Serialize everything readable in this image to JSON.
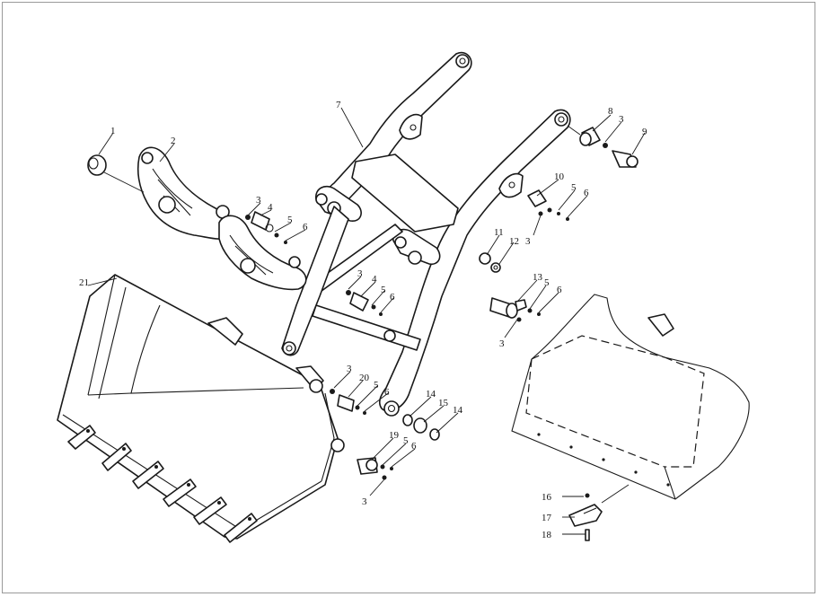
{
  "colors": {
    "line": "#1a1a1a",
    "frame": "#9a9a9a",
    "background": "#ffffff"
  },
  "callouts": [
    {
      "id": "c1",
      "text": "1"
    },
    {
      "id": "c2",
      "text": "2"
    },
    {
      "id": "c3a",
      "text": "3"
    },
    {
      "id": "c4a",
      "text": "4"
    },
    {
      "id": "c5a",
      "text": "5"
    },
    {
      "id": "c6a",
      "text": "6"
    },
    {
      "id": "c7",
      "text": "7"
    },
    {
      "id": "c8",
      "text": "8"
    },
    {
      "id": "c3b",
      "text": "3"
    },
    {
      "id": "c9",
      "text": "9"
    },
    {
      "id": "c10",
      "text": "10"
    },
    {
      "id": "c5b",
      "text": "5"
    },
    {
      "id": "c6b",
      "text": "6"
    },
    {
      "id": "c3c",
      "text": "3"
    },
    {
      "id": "c11",
      "text": "11"
    },
    {
      "id": "c12",
      "text": "12"
    },
    {
      "id": "c21",
      "text": "21"
    },
    {
      "id": "c3d",
      "text": "3"
    },
    {
      "id": "c4b",
      "text": "4"
    },
    {
      "id": "c5c",
      "text": "5"
    },
    {
      "id": "c6c",
      "text": "6"
    },
    {
      "id": "c13",
      "text": "13"
    },
    {
      "id": "c5d",
      "text": "5"
    },
    {
      "id": "c6d",
      "text": "6"
    },
    {
      "id": "c3e",
      "text": "3"
    },
    {
      "id": "c3f",
      "text": "3"
    },
    {
      "id": "c20",
      "text": "20"
    },
    {
      "id": "c5e",
      "text": "5"
    },
    {
      "id": "c6e",
      "text": "6"
    },
    {
      "id": "c14a",
      "text": "14"
    },
    {
      "id": "c15",
      "text": "15"
    },
    {
      "id": "c14b",
      "text": "14"
    },
    {
      "id": "c19",
      "text": "19"
    },
    {
      "id": "c5f",
      "text": "5"
    },
    {
      "id": "c6f",
      "text": "6"
    },
    {
      "id": "c3g",
      "text": "3"
    },
    {
      "id": "c16",
      "text": "16"
    },
    {
      "id": "c17",
      "text": "17"
    },
    {
      "id": "c18",
      "text": "18"
    }
  ]
}
